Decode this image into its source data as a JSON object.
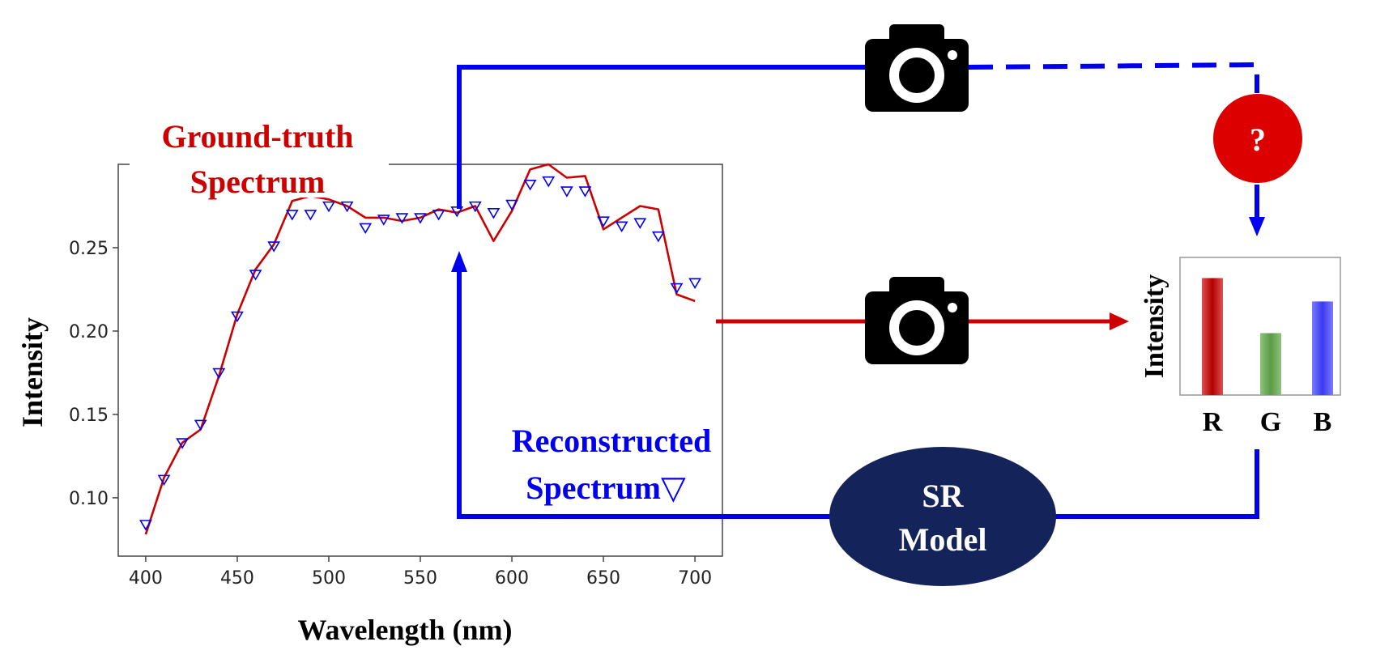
{
  "labels": {
    "ground_truth_line1": "Ground-truth",
    "ground_truth_line2": "Spectrum",
    "reconstructed_line1": "Reconstructed",
    "reconstructed_line2": "Spectrum▽",
    "model_line1": "SR",
    "model_line2": "Model",
    "unknown_mark": "?"
  },
  "colors": {
    "ground_truth": "#cc0000",
    "reconstructed": "#0000ee",
    "model_fill": "#14245a",
    "unknown_fill": "#dd0000"
  },
  "icons": {
    "camera_top": "camera-icon",
    "camera_middle": "camera-icon"
  },
  "chart_data": [
    {
      "type": "line",
      "xlabel": "Wavelength (nm)",
      "ylabel": "Intensity",
      "xlim": [
        385,
        715
      ],
      "ylim": [
        0.065,
        0.3
      ],
      "xticks": [
        400,
        450,
        500,
        550,
        600,
        650,
        700
      ],
      "yticks": [
        0.1,
        0.15,
        0.2,
        0.25
      ],
      "ytick_labels": [
        "0.10",
        "0.15",
        "0.20",
        "0.25"
      ],
      "x": [
        400,
        410,
        420,
        430,
        440,
        450,
        460,
        470,
        480,
        490,
        500,
        510,
        520,
        530,
        540,
        550,
        560,
        570,
        580,
        590,
        600,
        610,
        620,
        630,
        640,
        650,
        660,
        670,
        680,
        690,
        700
      ],
      "series": [
        {
          "values": [
            0.078,
            0.112,
            0.133,
            0.141,
            0.173,
            0.21,
            0.237,
            0.252,
            0.278,
            0.281,
            0.279,
            0.275,
            0.268,
            0.268,
            0.266,
            0.268,
            0.273,
            0.271,
            0.275,
            0.254,
            0.272,
            0.297,
            0.3,
            0.292,
            0.293,
            0.261,
            0.268,
            0.275,
            0.273,
            0.222,
            0.218
          ]
        },
        {
          "marker": "triangle-down",
          "values": [
            0.084,
            0.111,
            0.133,
            0.144,
            0.175,
            0.209,
            0.234,
            0.251,
            0.27,
            0.27,
            0.275,
            0.275,
            0.262,
            0.267,
            0.268,
            0.268,
            0.27,
            0.272,
            0.275,
            0.271,
            0.276,
            0.288,
            0.29,
            0.284,
            0.284,
            0.266,
            0.263,
            0.265,
            0.257,
            0.226,
            0.229
          ]
        }
      ]
    },
    {
      "type": "bar",
      "ylabel": "Intensity",
      "categories": [
        "R",
        "G",
        "B"
      ],
      "values": [
        0.85,
        0.45,
        0.68
      ],
      "ylim": [
        0,
        1
      ],
      "colors": [
        "#c00000",
        "#6aa84f",
        "#4a4af5"
      ]
    }
  ]
}
